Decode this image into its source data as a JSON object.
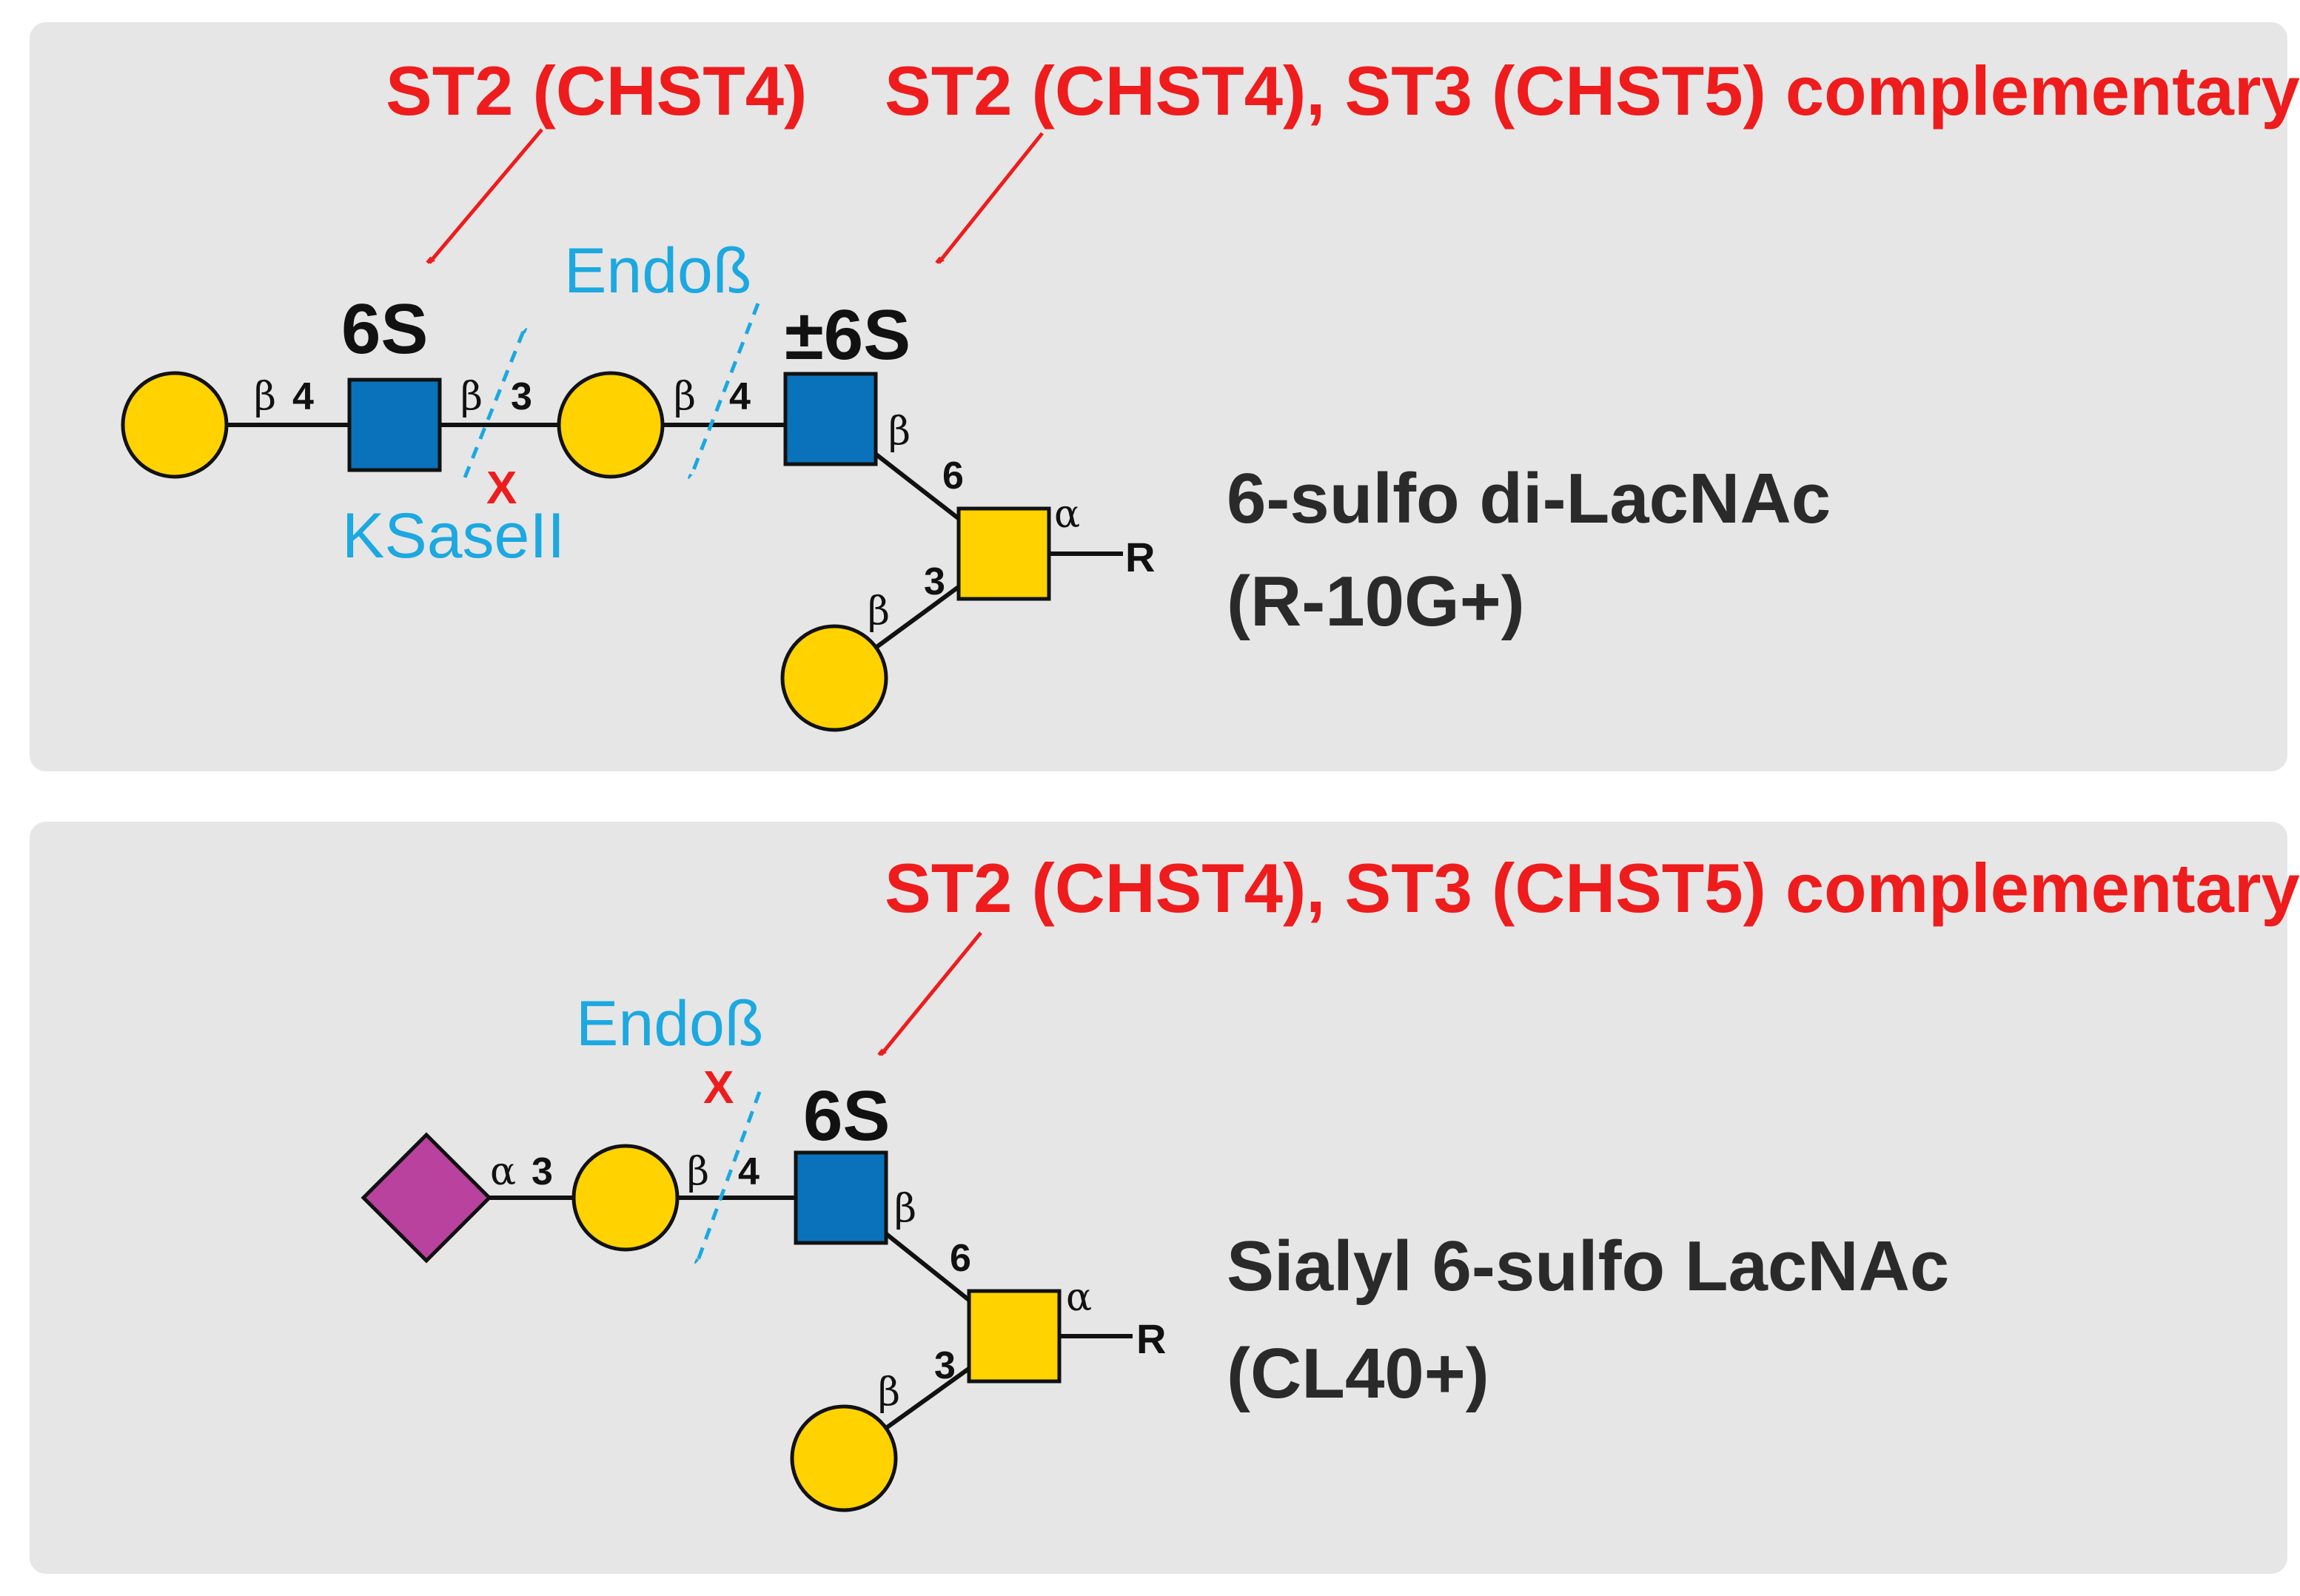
{
  "panels": [
    {
      "annotation_left": "ST2 (CHST4)",
      "annotation_right": "ST2 (CHST4), ST3 (CHST5) complementary",
      "sulfate_left": "6S",
      "sulfate_right": "±6S",
      "enzyme_endo": "Endoß",
      "enzyme_ksase": "KSaseII",
      "blocked_mark": "X",
      "links": {
        "gal1_glcnac1": {
          "anomer": "β",
          "position": "4"
        },
        "glcnac1_gal2": {
          "anomer": "β",
          "position": "3"
        },
        "gal2_glcnac2": {
          "anomer": "β",
          "position": "4"
        },
        "glcnac2_galnac": {
          "anomer": "β",
          "position": "6"
        },
        "gal3_galnac": {
          "anomer": "β",
          "position": "3"
        },
        "galnac_r": {
          "anomer": "α",
          "aglycone": "R"
        }
      },
      "name_line1": "6-sulfo di-LacNAc",
      "name_line2": "(R-10G+)"
    },
    {
      "annotation_right": "ST2 (CHST4), ST3 (CHST5) complementary",
      "sulfate": "6S",
      "enzyme_endo": "Endoß",
      "blocked_mark": "X",
      "links": {
        "neuac_gal": {
          "anomer": "α",
          "position": "3"
        },
        "gal_glcnac": {
          "anomer": "β",
          "position": "4"
        },
        "glcnac_galnac": {
          "anomer": "β",
          "position": "6"
        },
        "gal3_galnac": {
          "anomer": "β",
          "position": "3"
        },
        "galnac_r": {
          "anomer": "α",
          "aglycone": "R"
        }
      },
      "name_line1": "Sialyl 6-sulfo LacNAc",
      "name_line2": "(CL40+)"
    }
  ],
  "colors": {
    "panel_background": "#e6e6e6",
    "annotation_red": "#ee1c1c",
    "enzyme_cyan": "#1ca8e0",
    "galactose_yellow": "#ffd200",
    "glcnac_blue": "#0a72ba",
    "neuac_purple": "#b8429d"
  }
}
